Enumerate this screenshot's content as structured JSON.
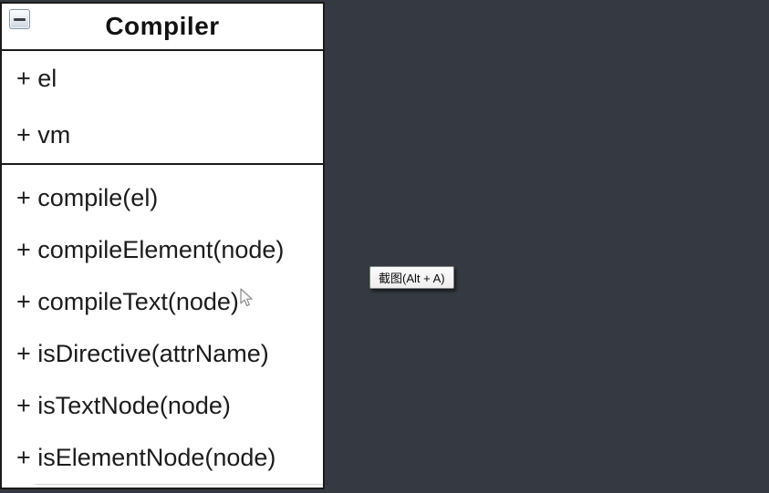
{
  "colors": {
    "background": "#353a42",
    "box_fill": "#ffffff",
    "box_border": "#1a1a1a",
    "tooltip_background": "#f3f3f3",
    "tooltip_border": "#7e7e7e"
  },
  "uml_class": {
    "title": "Compiler",
    "collapse_icon": "minus-icon",
    "attributes": [
      "+ el",
      "+ vm"
    ],
    "methods": [
      "+ compile(el)",
      "+ compileElement(node)",
      "+ compileText(node)",
      "+ isDirective(attrName)",
      "+ isTextNode(node)",
      "+ isElementNode(node)"
    ]
  },
  "tooltip": {
    "label": "截图(Alt + A)"
  }
}
